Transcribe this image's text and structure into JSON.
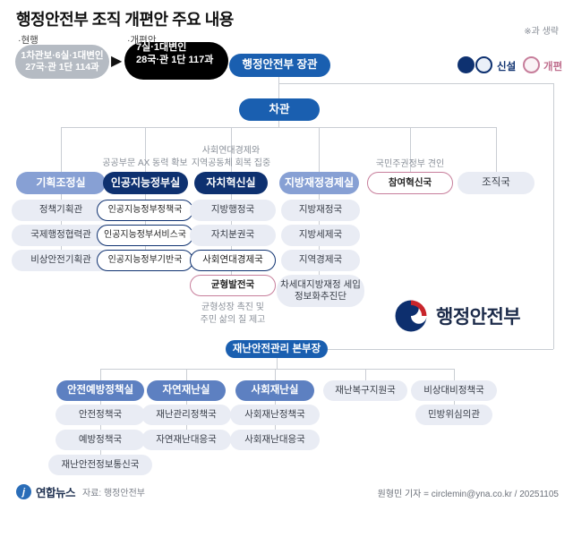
{
  "header": {
    "title": "행정안전부 조직 개편안 주요 내용",
    "note": "※과 생략",
    "current_label": "·현행",
    "current_line1": "1차관보·6실·1대변인",
    "current_line2": "27국·관 1단 114과",
    "revised_label": "·개편안",
    "revised_line1": "7실·1대변인",
    "revised_line2": "28국·관 1단 117과"
  },
  "legend": {
    "new_label": "신설",
    "reorg_label": "개편",
    "navy_color": "#0e3170",
    "pink_color": "#c77e9b"
  },
  "org": {
    "minister": "행정안전부 장관",
    "vice_minister": "차관",
    "dsm_head": "재난안전관리 본부장",
    "logo_text": "행정안전부",
    "divisions": [
      {
        "name": "기획조정실",
        "children": [
          "정책기획관",
          "국제행정협력관",
          "비상안전기획관"
        ]
      },
      {
        "name": "인공지능정부실",
        "children": [
          "인공지능정부정책국",
          "인공지능정부서비스국",
          "인공지능정부기반국"
        ]
      },
      {
        "name": "자치혁신실",
        "children": [
          "지방행정국",
          "자치분권국",
          "사회연대경제국",
          "균형발전국"
        ]
      },
      {
        "name": "지방재정경제실",
        "children": [
          "지방재정국",
          "지방세제국",
          "지역경제국",
          "차세대지방재정 세입정보화추진단"
        ]
      },
      {
        "name": "참여혁신국",
        "children": []
      },
      {
        "name": "조직국",
        "children": []
      }
    ],
    "disaster": [
      {
        "name": "안전예방정책실",
        "children": [
          "안전정책국",
          "예방정책국",
          "재난안전정보통신국"
        ]
      },
      {
        "name": "자연재난실",
        "children": [
          "재난관리정책국",
          "자연재난대응국"
        ]
      },
      {
        "name": "사회재난실",
        "children": [
          "사회재난정책국",
          "사회재난대응국"
        ]
      },
      {
        "name": "재난복구지원국",
        "children": []
      },
      {
        "name": "비상대비정책국",
        "children": [
          "민방위심의관"
        ]
      }
    ]
  },
  "annotations": {
    "ai": "공공부문 AX 동력 확보",
    "social1": "사회연대경제와",
    "social2": "지역공동체 회복 집중",
    "participation": "국민주권정부 견인",
    "balance1": "균형성장 촉진 및",
    "balance2": "주민 삶의 질 제고"
  },
  "footer": {
    "agency": "연합뉴스",
    "source": "자료: 행정안전부",
    "credit": "원형민 기자 = circlemin@yna.co.kr / 20251105"
  }
}
